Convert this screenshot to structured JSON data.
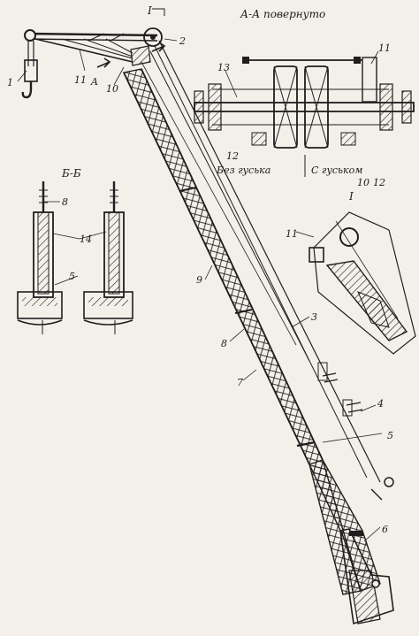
{
  "titles": {
    "section_aa": "А-А повернуто",
    "section_bb": "Б-Б",
    "detail_i": "I",
    "detail_i_top": "I",
    "arrow_a": "A"
  },
  "captions": {
    "without_jib": "Без гуська",
    "with_jib": "С гуськом"
  },
  "callouts": {
    "n1": "1",
    "n2": "2",
    "n3": "3",
    "n4": "4",
    "n5a": "5",
    "n5b": "5",
    "n6": "6",
    "n7": "7",
    "n8a": "8",
    "n8b": "8",
    "n9": "9",
    "n10a": "10",
    "n10b": "10",
    "n11a": "11",
    "n11b": "11",
    "n11c": "11",
    "n12a": "12",
    "n12b": "12",
    "n13": "13",
    "n14": "14"
  },
  "colors": {
    "ink": "#1e1e1e",
    "paper": "#f3f0ea"
  }
}
